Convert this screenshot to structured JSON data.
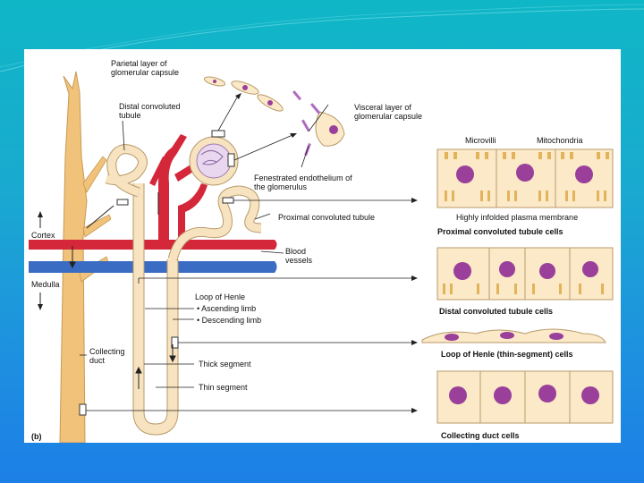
{
  "labels": {
    "parietal": "Parietal layer of glomerular capsule",
    "distal_tubule": "Distal convoluted tubule",
    "visceral": "Visceral layer of glomerular capsule",
    "fenestrated": "Fenestrated endothelium of the glomerulus",
    "microvilli": "Microvilli",
    "mitochondria": "Mitochondria",
    "infolded": "Highly infolded plasma membrane",
    "proximal_cells": "Proximal convoluted tubule cells",
    "proximal_tubule": "Proximal convoluted tubule",
    "cortex": "Cortex",
    "medulla": "Medulla",
    "blood_vessels": "Blood vessels",
    "distal_cells": "Distal convoluted tubule cells",
    "loop_henle": "Loop of Henle",
    "ascending": "• Ascending limb",
    "descending": "• Descending limb",
    "loop_cells": "Loop of Henle (thin-segment) cells",
    "collecting_duct": "Collecting duct",
    "thick_segment": "Thick segment",
    "thin_segment": "Thin segment",
    "collecting_cells": "Collecting duct cells",
    "panel_tag": "(b)"
  },
  "colors": {
    "background": "#1aa9d0",
    "tubule": "#f7e3bf",
    "tubule_outline": "#b89a6a",
    "duct": "#f0c27a",
    "artery": "#d4283a",
    "vein": "#3b6cc4",
    "cell_fill": "#fbe9c8",
    "nucleus": "#9a3f9a",
    "mito": "#e3b35a"
  }
}
